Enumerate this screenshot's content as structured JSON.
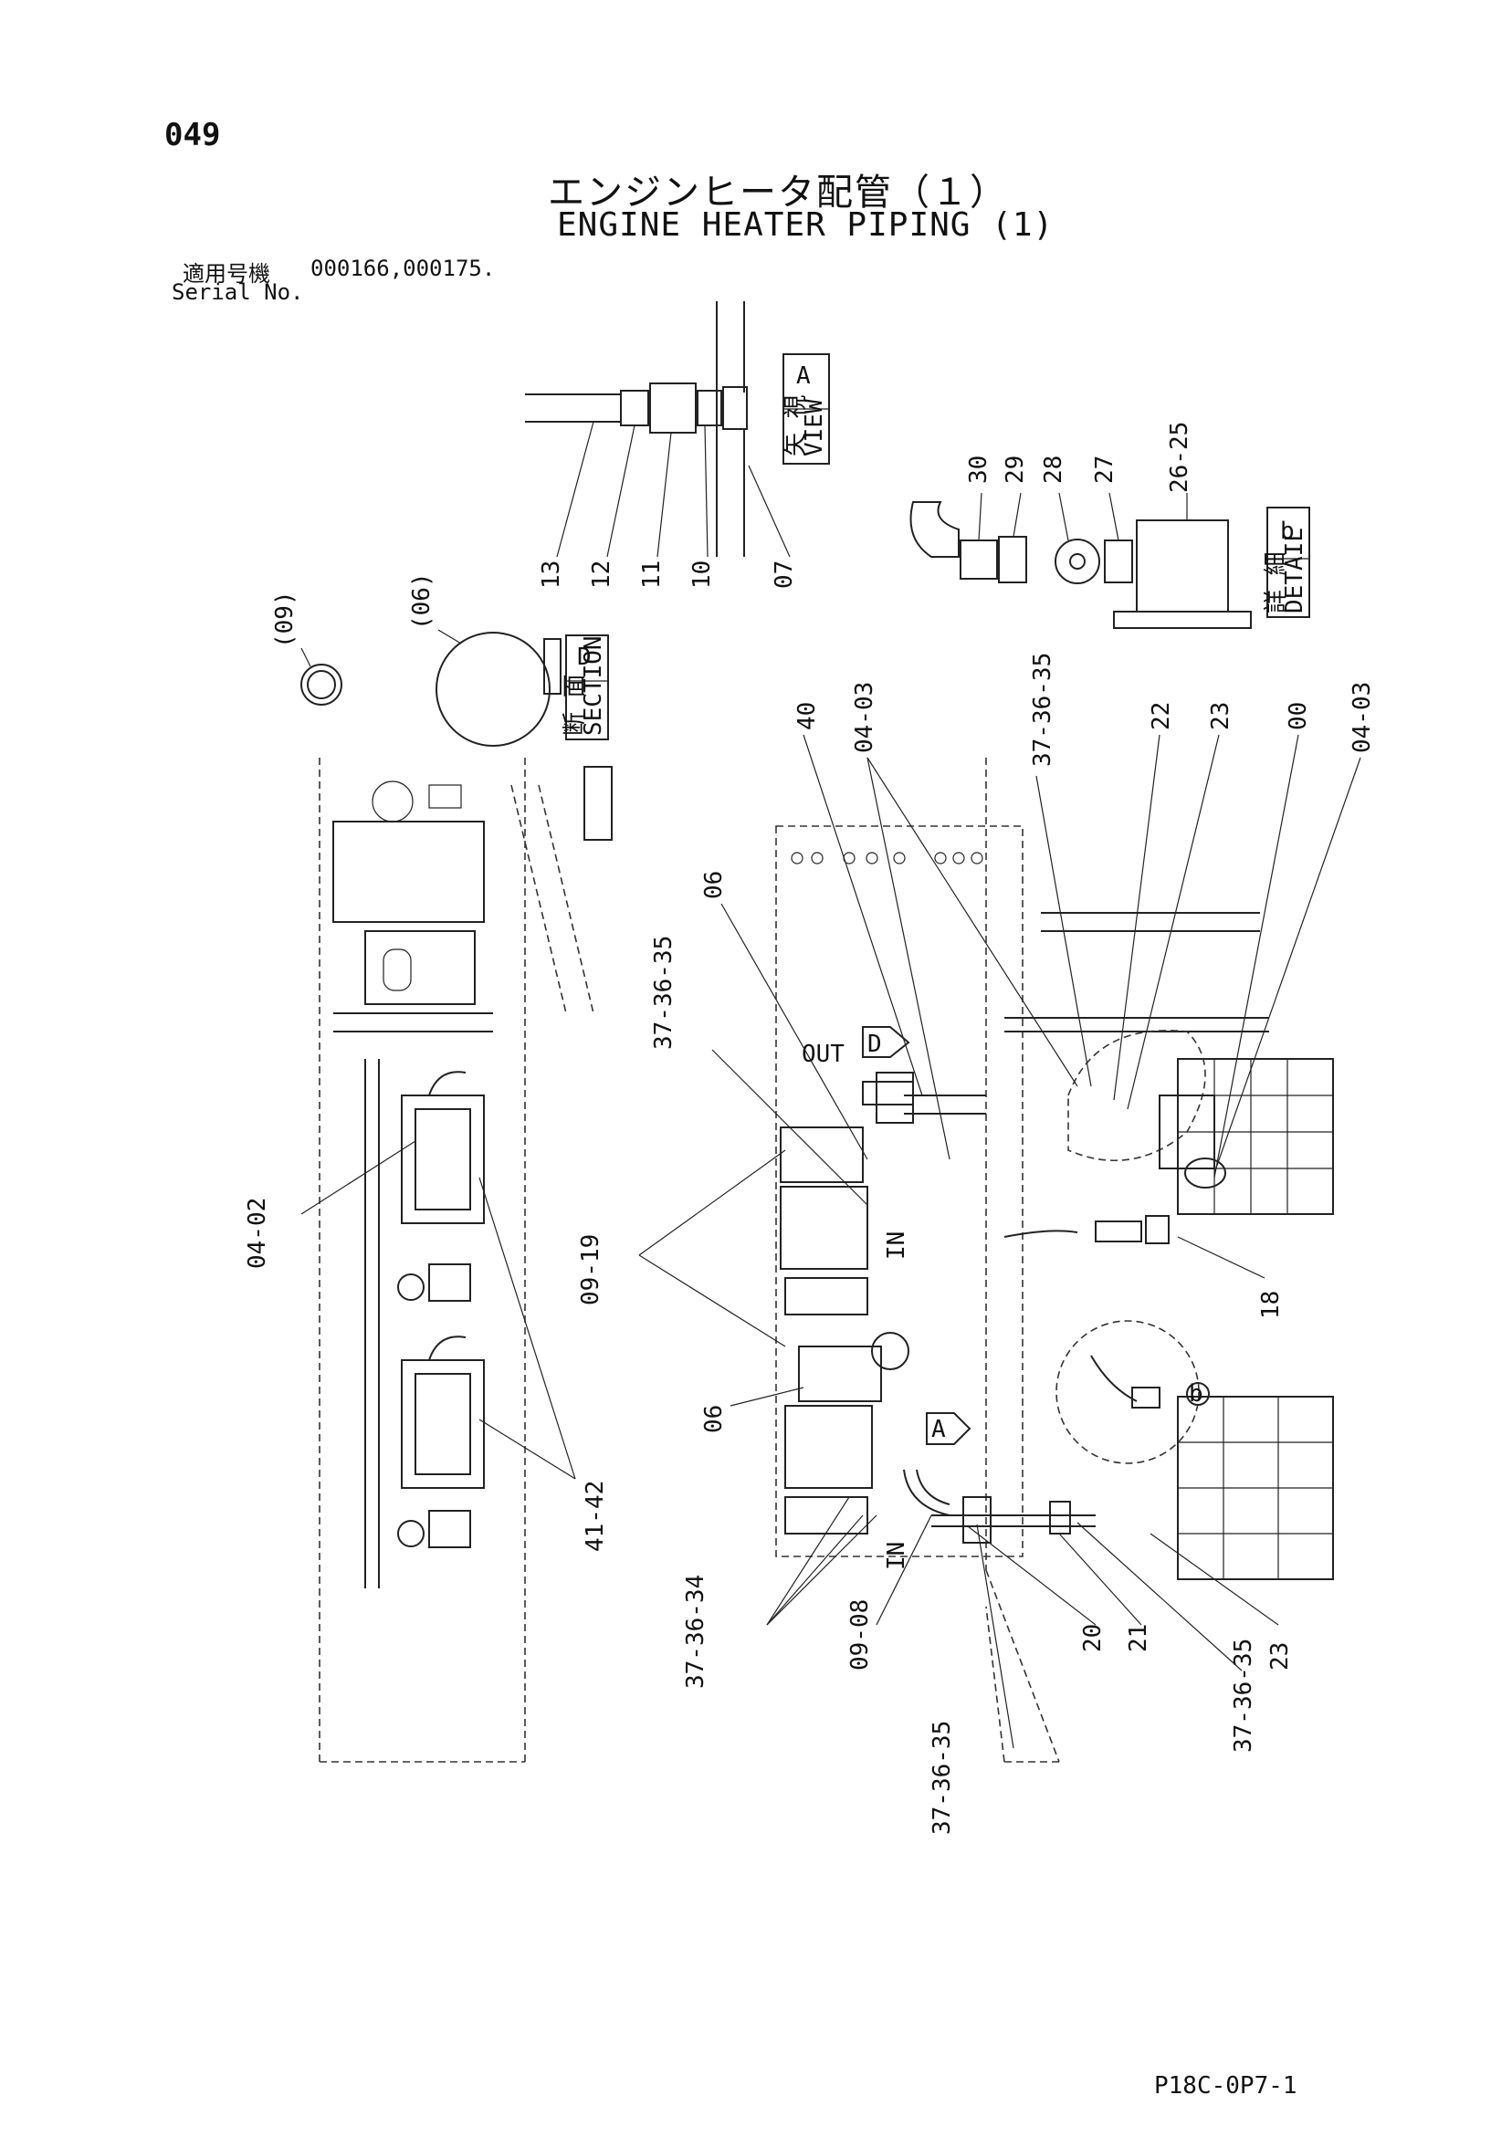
{
  "page_number": "049",
  "title_jp": "エンジンヒータ配管（１）",
  "title_en": "ENGINE HEATER PIPING (1)",
  "serial": {
    "label_jp": "適用号機",
    "label_en": "Serial No.",
    "values": "000166,000175."
  },
  "views": {
    "view_a": {
      "letter": "A",
      "jp": "矢 視",
      "en": "VIEW"
    },
    "detail_b": {
      "letter": "b",
      "jp": "詳 細",
      "en": "DETAIL"
    },
    "section_d": {
      "letter": "D",
      "jp": "断 面",
      "en": "SECTION"
    }
  },
  "flow_labels": {
    "out": "OUT",
    "in1": "IN",
    "in2": "IN",
    "marker_d": "D",
    "marker_a": "A",
    "marker_b": "b"
  },
  "callouts": {
    "view_a": [
      "13",
      "12",
      "11",
      "10",
      "07"
    ],
    "detail_b": [
      "30",
      "29",
      "28",
      "27",
      "26-25"
    ],
    "section": [
      "(09)",
      "(06)"
    ],
    "top_row": [
      "40",
      "04-03",
      "37-36-35",
      "22",
      "23",
      "00",
      "04-03"
    ],
    "left": [
      "04-02",
      "09-19",
      "41-42",
      "06",
      "06",
      "37-36-35"
    ],
    "bottom": [
      "37-36-34",
      "09-08",
      "20",
      "21",
      "23",
      "37-36-35",
      "37-36-35",
      "18"
    ]
  },
  "doc_code": "P18C-0P7-1"
}
